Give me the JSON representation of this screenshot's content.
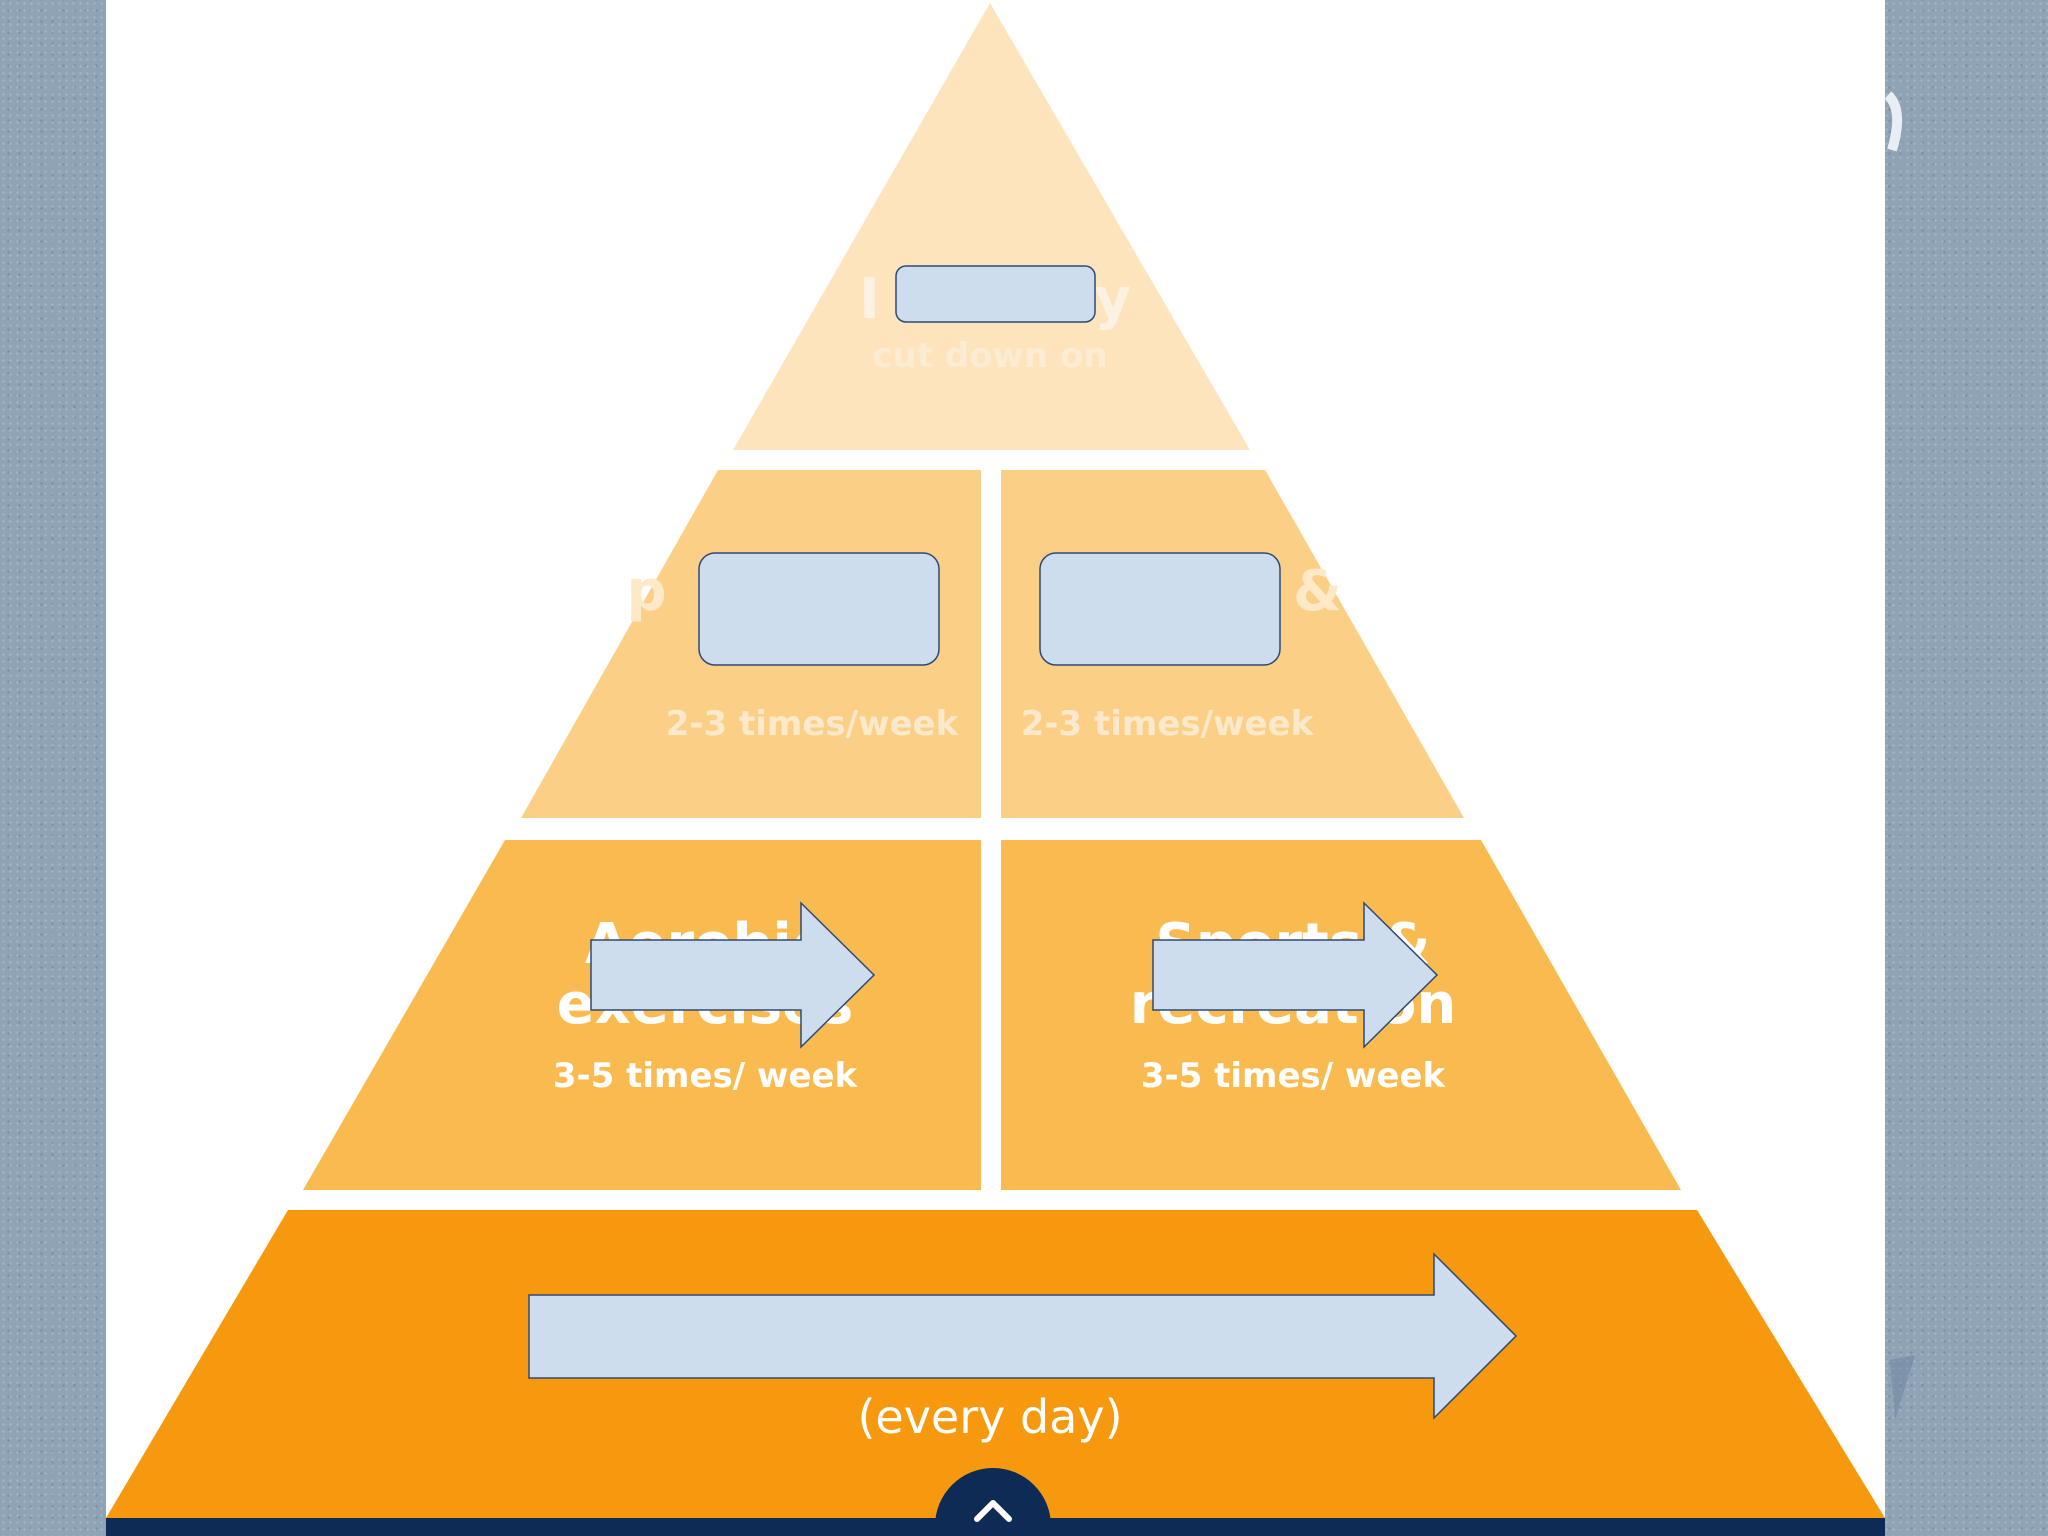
{
  "slide": {
    "tiers": [
      {
        "title_visible": "I           y",
        "subtitle": "cut down on"
      },
      {
        "left_title_visible": "p      ",
        "left_subtitle": "2-3 times/week",
        "right_title_visible": "S           &",
        "right_subtitle": "2-3 times/week"
      },
      {
        "left_title_line1": "Aerobic",
        "left_title_line2": "exercises",
        "left_subtitle": "3-5 times/ week",
        "right_title_line1": "Sports &",
        "right_title_line2": "recreation",
        "right_subtitle": "3-5 times/ week"
      },
      {
        "subtitle": "(every day)"
      }
    ],
    "colors": {
      "tier1": "#fde4bd",
      "tier2": "#fccf86",
      "tier3": "#f9ba4f",
      "tier4": "#f6990f",
      "frame": "#ffffff",
      "bottom_bar": "#0d2b55",
      "placeholder_fill": "#cddded",
      "placeholder_stroke": "#2c4a78"
    },
    "nav": {
      "icon": "chevron-up-icon"
    }
  }
}
